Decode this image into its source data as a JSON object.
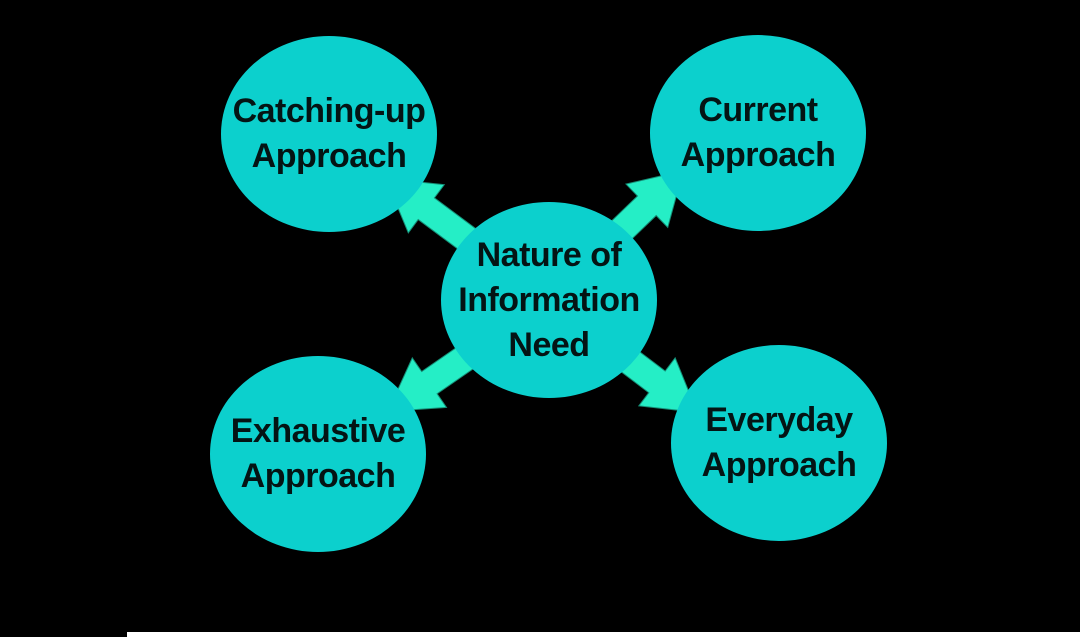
{
  "colors": {
    "background": "#000000",
    "node_fill": "#0cd0cd",
    "arrow_fill": "#25eec6",
    "node_text": "#041414",
    "bottom_strip": "#ffffff"
  },
  "diagram": {
    "center": {
      "id": "nature-of-information-need",
      "label": "Nature of Information Need",
      "lines": [
        "Nature of",
        "Information",
        "Need"
      ]
    },
    "nodes": [
      {
        "id": "catching-up-approach",
        "label": "Catching-up Approach",
        "lines": [
          "Catching-up",
          "Approach"
        ],
        "position": "top-left"
      },
      {
        "id": "current-approach",
        "label": "Current Approach",
        "lines": [
          "Current",
          "Approach"
        ],
        "position": "top-right"
      },
      {
        "id": "exhaustive-approach",
        "label": "Exhaustive Approach",
        "lines": [
          "Exhaustive",
          "Approach"
        ],
        "position": "bottom-left"
      },
      {
        "id": "everyday-approach",
        "label": "Everyday Approach",
        "lines": [
          "Everyday",
          "Approach"
        ],
        "position": "bottom-right"
      }
    ],
    "connections": [
      {
        "from": "nature-of-information-need",
        "to": "catching-up-approach"
      },
      {
        "from": "nature-of-information-need",
        "to": "current-approach"
      },
      {
        "from": "nature-of-information-need",
        "to": "exhaustive-approach"
      },
      {
        "from": "nature-of-information-need",
        "to": "everyday-approach"
      }
    ]
  }
}
